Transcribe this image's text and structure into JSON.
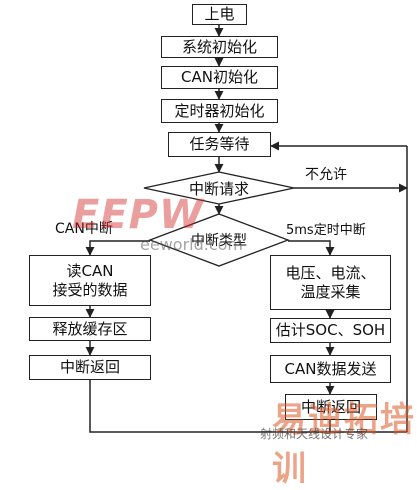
{
  "nodes": {
    "power_on": "上电",
    "sys_init": "系统初始化",
    "can_init": "CAN初始化",
    "timer_init": "定时器初始化",
    "task_wait": "任务等待",
    "int_request": "中断请求",
    "int_type": "中断类型",
    "read_can": "读CAN\n接受的数据",
    "release_buffer": "释放缓存区",
    "int_return_left": "中断返回",
    "collect": "电压、电流、\n温度采集",
    "estimate": "估计SOC、SOH",
    "can_send": "CAN数据发送",
    "int_return_right": "中断返回"
  },
  "edge_labels": {
    "not_allowed": "不允许",
    "can_interrupt": "CAN中断",
    "timer_interrupt": "5ms定时中断"
  },
  "watermark": {
    "logo": "EEPW",
    "url": "eeworld.com",
    "corner": "易迪拓培训",
    "corner_sub": "射频和天线设计专家"
  },
  "colors": {
    "line": "#222222"
  }
}
